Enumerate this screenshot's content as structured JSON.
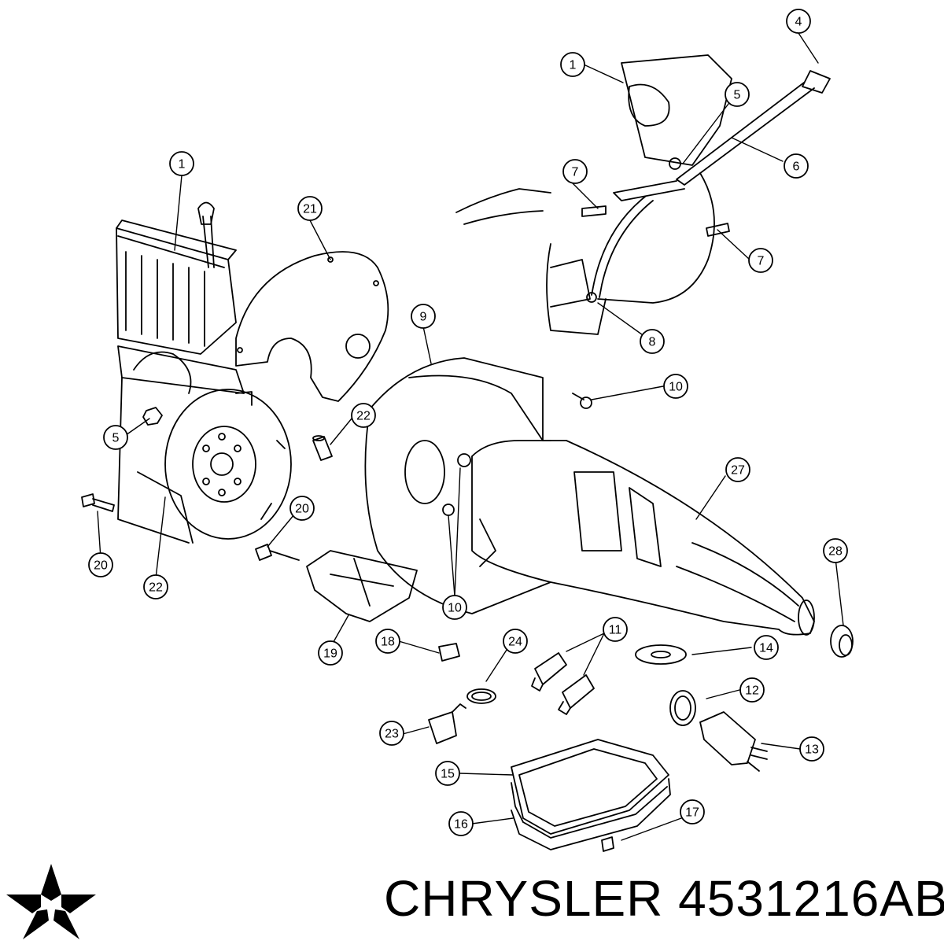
{
  "brand": {
    "manufacturer": "CHRYSLER",
    "part_number": "4531216AB",
    "logo": "chrysler-pentastar-logo"
  },
  "callouts": [
    {
      "label": "1"
    },
    {
      "label": "1"
    },
    {
      "label": "4"
    },
    {
      "label": "5"
    },
    {
      "label": "6"
    },
    {
      "label": "7"
    },
    {
      "label": "7"
    },
    {
      "label": "8"
    },
    {
      "label": "9"
    },
    {
      "label": "10"
    },
    {
      "label": "10"
    },
    {
      "label": "21"
    },
    {
      "label": "22"
    },
    {
      "label": "22"
    },
    {
      "label": "5"
    },
    {
      "label": "20"
    },
    {
      "label": "20"
    },
    {
      "label": "19"
    },
    {
      "label": "27"
    },
    {
      "label": "28"
    },
    {
      "label": "18"
    },
    {
      "label": "24"
    },
    {
      "label": "11"
    },
    {
      "label": "14"
    },
    {
      "label": "12"
    },
    {
      "label": "23"
    },
    {
      "label": "13"
    },
    {
      "label": "15"
    },
    {
      "label": "16"
    },
    {
      "label": "17"
    }
  ]
}
